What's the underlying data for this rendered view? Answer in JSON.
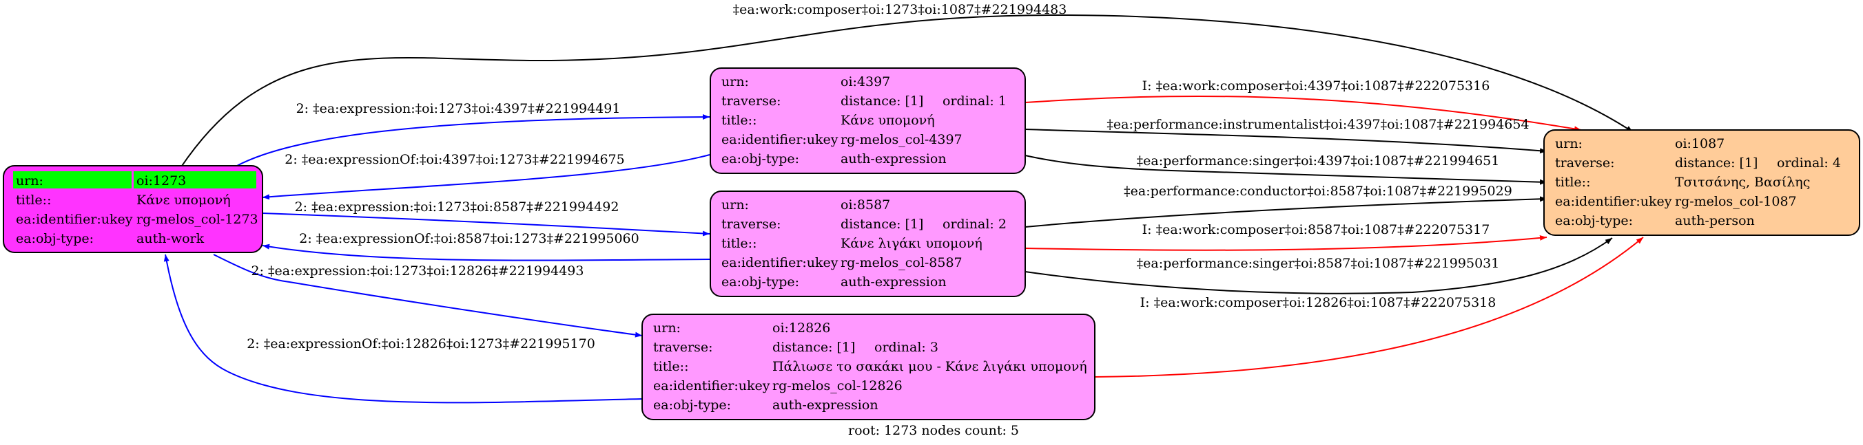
{
  "graph": {
    "footer": "root: 1273 nodes count: 5",
    "colors": {
      "root_fill": "#ff33ff",
      "root_highlight": "#00ff00",
      "expression_fill": "#ff99ff",
      "person_fill": "#ffcc99",
      "edge_blue": "#0000ff",
      "edge_red": "#ff0000",
      "edge_black": "#000000"
    },
    "nodes": [
      {
        "id": "n1273",
        "kind": "root",
        "rows": [
          {
            "key": "urn:",
            "value": "oi:1273",
            "highlight": true
          },
          {
            "key": "title::",
            "value": "Κάνε υπομονή"
          },
          {
            "key": "ea:identifier:ukey",
            "value": "rg-melos_col-1273"
          },
          {
            "key": "ea:obj-type:",
            "value": "auth-work"
          }
        ]
      },
      {
        "id": "n4397",
        "kind": "expression",
        "rows": [
          {
            "key": "urn:",
            "value": "oi:4397"
          },
          {
            "key": "traverse:",
            "value": "distance: [1]",
            "extra": "ordinal: 1"
          },
          {
            "key": "title::",
            "value": "Κάνε υπομονή"
          },
          {
            "key": "ea:identifier:ukey",
            "value": "rg-melos_col-4397"
          },
          {
            "key": "ea:obj-type:",
            "value": "auth-expression"
          }
        ]
      },
      {
        "id": "n8587",
        "kind": "expression",
        "rows": [
          {
            "key": "urn:",
            "value": "oi:8587"
          },
          {
            "key": "traverse:",
            "value": "distance: [1]",
            "extra": "ordinal: 2"
          },
          {
            "key": "title::",
            "value": "Κάνε λιγάκι υπομονή"
          },
          {
            "key": "ea:identifier:ukey",
            "value": "rg-melos_col-8587"
          },
          {
            "key": "ea:obj-type:",
            "value": "auth-expression"
          }
        ]
      },
      {
        "id": "n12826",
        "kind": "expression",
        "rows": [
          {
            "key": "urn:",
            "value": "oi:12826"
          },
          {
            "key": "traverse:",
            "value": "distance: [1]",
            "extra": "ordinal: 3"
          },
          {
            "key": "title::",
            "value": "Πάλιωσε το σακάκι μου - Κάνε λιγάκι υπομονή"
          },
          {
            "key": "ea:identifier:ukey",
            "value": "rg-melos_col-12826"
          },
          {
            "key": "ea:obj-type:",
            "value": "auth-expression"
          }
        ]
      },
      {
        "id": "n1087",
        "kind": "person",
        "rows": [
          {
            "key": "urn:",
            "value": "oi:1087"
          },
          {
            "key": "traverse:",
            "value": "distance: [1]",
            "extra": "ordinal: 4"
          },
          {
            "key": "title::",
            "value": "Τσιτσάνης, Βασίλης"
          },
          {
            "key": "ea:identifier:ukey",
            "value": "rg-melos_col-1087"
          },
          {
            "key": "ea:obj-type:",
            "value": "auth-person"
          }
        ]
      }
    ],
    "edges": [
      {
        "from": "n1273",
        "to": "n1087",
        "color": "black",
        "label": "‡ea:work:composer‡oi:1273‡oi:1087‡#221994483"
      },
      {
        "from": "n1273",
        "to": "n4397",
        "color": "blue",
        "label": "2: ‡ea:expression:‡oi:1273‡oi:4397‡#221994491"
      },
      {
        "from": "n4397",
        "to": "n1273",
        "color": "blue",
        "label": "2: ‡ea:expressionOf:‡oi:4397‡oi:1273‡#221994675"
      },
      {
        "from": "n1273",
        "to": "n8587",
        "color": "blue",
        "label": "2: ‡ea:expression:‡oi:1273‡oi:8587‡#221994492"
      },
      {
        "from": "n8587",
        "to": "n1273",
        "color": "blue",
        "label": "2: ‡ea:expressionOf:‡oi:8587‡oi:1273‡#221995060"
      },
      {
        "from": "n1273",
        "to": "n12826",
        "color": "blue",
        "label": "2: ‡ea:expression:‡oi:1273‡oi:12826‡#221994493"
      },
      {
        "from": "n12826",
        "to": "n1273",
        "color": "blue",
        "label": "2: ‡ea:expressionOf:‡oi:12826‡oi:1273‡#221995170"
      },
      {
        "from": "n4397",
        "to": "n1087",
        "color": "red",
        "label": "I: ‡ea:work:composer‡oi:4397‡oi:1087‡#222075316"
      },
      {
        "from": "n4397",
        "to": "n1087",
        "color": "black",
        "label": "‡ea:performance:instrumentalist‡oi:4397‡oi:1087‡#221994654"
      },
      {
        "from": "n4397",
        "to": "n1087",
        "color": "black",
        "label": "‡ea:performance:singer‡oi:4397‡oi:1087‡#221994651"
      },
      {
        "from": "n8587",
        "to": "n1087",
        "color": "black",
        "label": "‡ea:performance:conductor‡oi:8587‡oi:1087‡#221995029"
      },
      {
        "from": "n8587",
        "to": "n1087",
        "color": "red",
        "label": "I: ‡ea:work:composer‡oi:8587‡oi:1087‡#222075317"
      },
      {
        "from": "n8587",
        "to": "n1087",
        "color": "black",
        "label": "‡ea:performance:singer‡oi:8587‡oi:1087‡#221995031"
      },
      {
        "from": "n12826",
        "to": "n1087",
        "color": "red",
        "label": "I: ‡ea:work:composer‡oi:12826‡oi:1087‡#222075318"
      }
    ]
  }
}
